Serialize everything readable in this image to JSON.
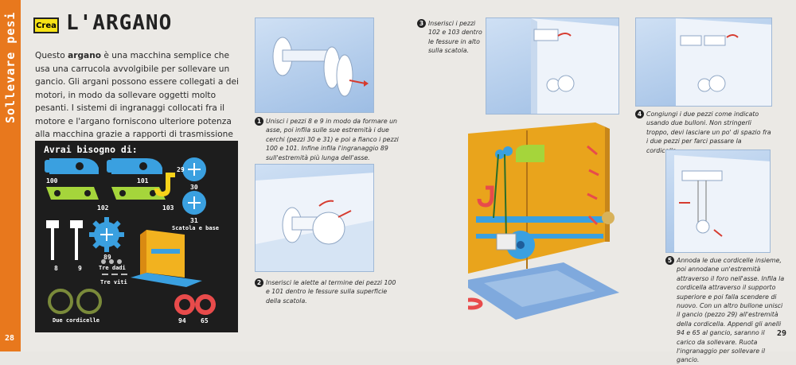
{
  "side_tab": {
    "label": "Sollevare pesi"
  },
  "badge": {
    "label": "Crea"
  },
  "title": "L'ARGANO",
  "intro": {
    "before": "Questo ",
    "bold": "argano",
    "after": " è una macchina semplice che usa una carrucola avvolgibile per sollevare un gancio. Gli argani possono essere collegati a dei motori, in modo da sollevare oggetti molto pesanti. I sistemi di ingranaggi collocati fra il motore e l'argano forniscono ulteriore potenza alla macchina grazie a rapporti di trasmissione molto elevati."
  },
  "kit": {
    "title": "Avrai bisogno di:",
    "labels": {
      "p100": "100",
      "p101": "101",
      "p102": "102",
      "p103": "103",
      "p29": "29",
      "p30": "30",
      "p31": "31",
      "p8": "8",
      "p9": "9",
      "p89": "89",
      "dadi": "Tre dadi",
      "viti": "Tre viti",
      "scatola": "Scatola e base",
      "cordicelle": "Due cordicelle",
      "p94": "94",
      "p65": "65"
    }
  },
  "steps": [
    {
      "num": "1",
      "text": "Unisci i pezzi 8 e 9 in modo da formare un asse, poi infila sulle sue estremità i due cerchi (pezzi 30 e 31) e poi a fianco i pezzi 100 e 101. Infine infila l'ingranaggio 89 sull'estremità più lunga dell'asse."
    },
    {
      "num": "2",
      "text": "Inserisci le alette al termine dei pezzi 100 e 101 dentro le fessure sulla superficie della scatola."
    },
    {
      "num": "3",
      "text": "Inserisci i pezzi 102 e 103 dentro le fessure in alto sulla scatola."
    },
    {
      "num": "4",
      "text": "Congiungi i due pezzi come indicato usando due bulloni. Non stringerli troppo, devi lasciare un po' di spazio fra i due pezzi per farci passare la cordicella."
    },
    {
      "num": "5",
      "text": "Annoda le due cordicelle insieme, poi annodane un'estremità attraverso il foro nell'asse. Infila la cordicella attraverso il supporto superiore e poi falla scendere di nuovo. Con un altro bullone unisci il gancio (pezzo 29) all'estremità della cordicella. Appendi gli anelli 94 e 65 al gancio, saranno il carico da sollevare. Ruota l'ingranaggio per sollevare il gancio."
    }
  ],
  "page_numbers": {
    "left": "28",
    "right": "29"
  },
  "colors": {
    "orange": "#e8781d",
    "blue_piece": "#3aa0e0",
    "green_piece": "#a5d53b",
    "yellow_piece": "#f7d21a",
    "red_ring": "#e84b4b",
    "olive_ring": "#7a8a3a",
    "box_yellow": "#f2b21f"
  }
}
